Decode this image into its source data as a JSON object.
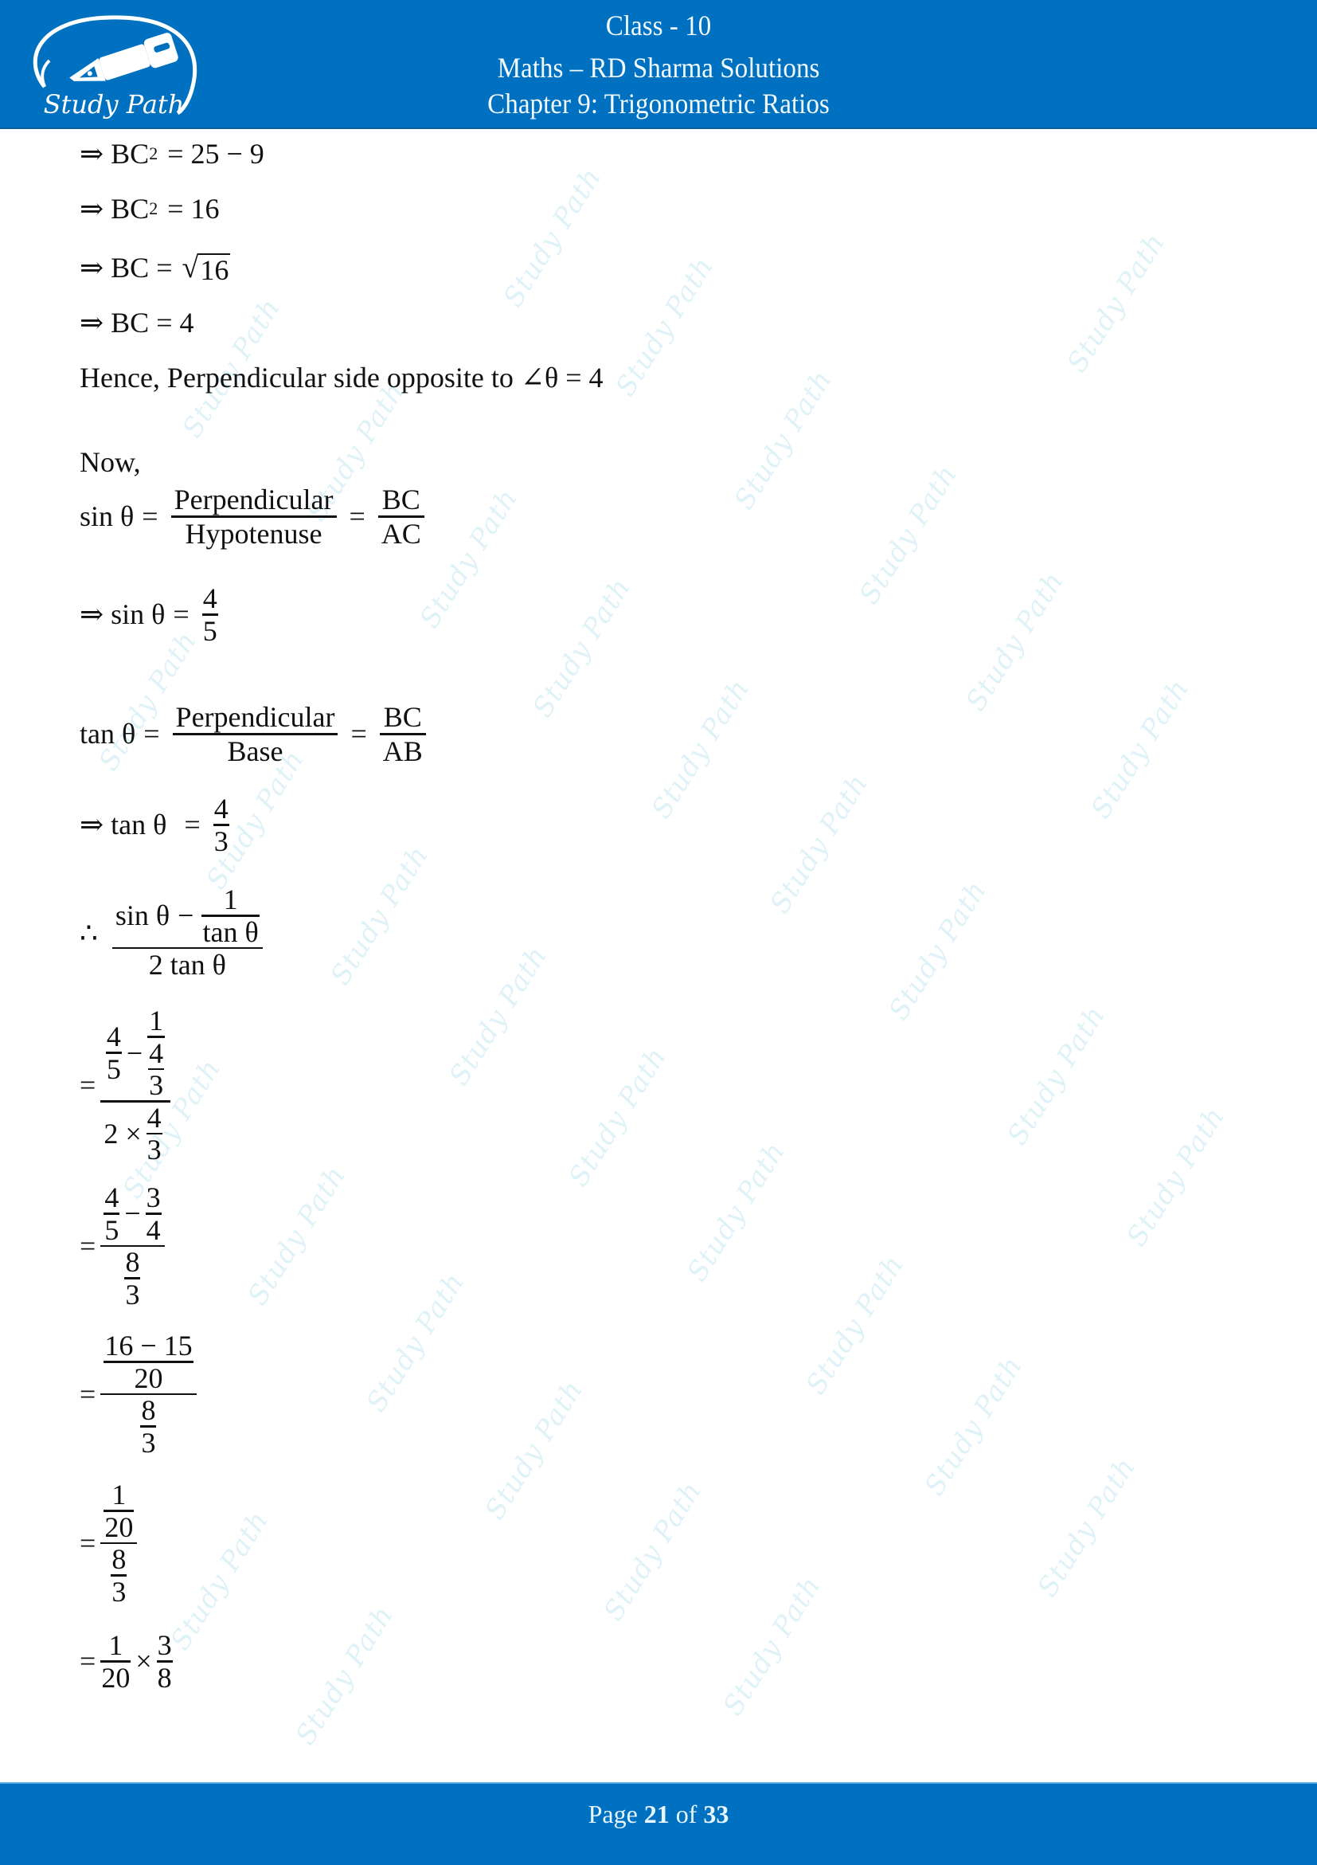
{
  "header": {
    "class_label": "Class - 10",
    "subject_label": "Maths – RD Sharma Solutions",
    "chapter_label": "Chapter 9: Trigonometric Ratios",
    "logo_text": "Study Path",
    "background_color": "#0070c0"
  },
  "watermark": {
    "text": "Study Path",
    "color": "#dff2f7"
  },
  "lines": {
    "l1": {
      "prefix": "⇒ BC",
      "sup": "2",
      "rest": "= 25 − 9"
    },
    "l2": {
      "prefix": "⇒ BC",
      "sup": "2",
      "rest": "= 16"
    },
    "l3": {
      "prefix": "⇒ BC =",
      "radical": "√",
      "radicand": "16"
    },
    "l4": {
      "text": "⇒ BC = 4"
    },
    "hence": {
      "text": "Hence, Perpendicular side opposite to ∠θ = 4"
    },
    "now": {
      "text": "Now,"
    },
    "sin_def": {
      "lhs": "sin θ",
      "eq": "=",
      "num": "Perpendicular",
      "den": "Hypotenuse",
      "eq2": "=",
      "num2": "BC",
      "den2": "AC"
    },
    "sin_val": {
      "lhs": "⇒ sin θ",
      "eq": "=",
      "num": "4",
      "den": "5"
    },
    "tan_def": {
      "lhs": "tan θ",
      "eq": "=",
      "num": "Perpendicular",
      "den": "Base",
      "eq2": "=",
      "num2": "BC",
      "den2": "AB"
    },
    "tan_val": {
      "lhs": "⇒ tan θ",
      "eq": "=",
      "num": "4",
      "den": "3"
    },
    "therefore": {
      "symbol": "∴",
      "num_a": "sin θ",
      "minus": "−",
      "inner_num": "1",
      "inner_den": "tan θ",
      "den": "2 tan θ"
    },
    "step1": {
      "eq": "=",
      "a_num": "4",
      "a_den": "5",
      "minus": "−",
      "b_num": "1",
      "b_num_num": "4",
      "b_num_den": "3",
      "den_prefix": "2 ×",
      "den_num": "4",
      "den_den": "3"
    },
    "step2": {
      "eq": "=",
      "a_num": "4",
      "a_den": "5",
      "minus": "−",
      "b_num": "3",
      "b_den": "4",
      "den_num": "8",
      "den_den": "3"
    },
    "step3": {
      "eq": "=",
      "num_num": "16 − 15",
      "num_den": "20",
      "den_num": "8",
      "den_den": "3"
    },
    "step4": {
      "eq": "=",
      "num_num": "1",
      "num_den": "20",
      "den_num": "8",
      "den_den": "3"
    },
    "step5": {
      "eq": "=",
      "a_num": "1",
      "a_den": "20",
      "times": "×",
      "b_num": "3",
      "b_den": "8"
    }
  },
  "footer": {
    "page_word": "Page",
    "current_page": "21",
    "of_word": "of",
    "total_pages": "33"
  }
}
